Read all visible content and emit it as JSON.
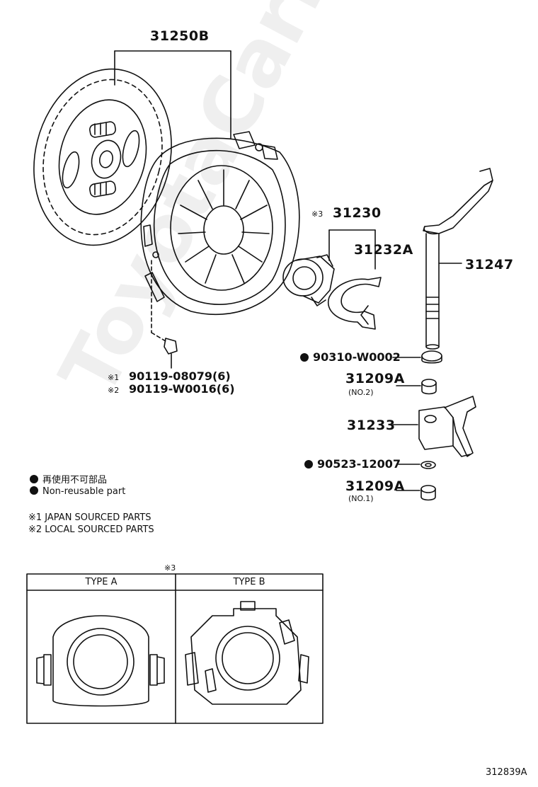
{
  "parts": {
    "clutch_disc_assy": "31250B",
    "release_bearing": "31230",
    "release_bearing_mark": "※3",
    "hub_clip": "31232A",
    "fork_shaft": "31247",
    "oil_seal": "90310-W0002",
    "bushing_no2": "31209A",
    "bushing_no2_sub": "(NO.2)",
    "release_fork": "31233",
    "washer": "90523-12007",
    "bushing_no1": "31209A",
    "bushing_no1_sub": "(NO.1)",
    "bolt_1_mark": "※1",
    "bolt_1": "90119-08079(6)",
    "bolt_2_mark": "※2",
    "bolt_2": "90119-W0016(6)"
  },
  "legend": {
    "non_reusable_jp": "再使用不可部品",
    "non_reusable_en": "Non-reusable part",
    "note_1": "※1 JAPAN SOURCED PARTS",
    "note_2": "※2 LOCAL SOURCED PARTS"
  },
  "table": {
    "mark": "※3",
    "col_a": "TYPE A",
    "col_b": "TYPE B"
  },
  "watermark": "ToyotaCarLine.ru",
  "ref_code": "312839A"
}
